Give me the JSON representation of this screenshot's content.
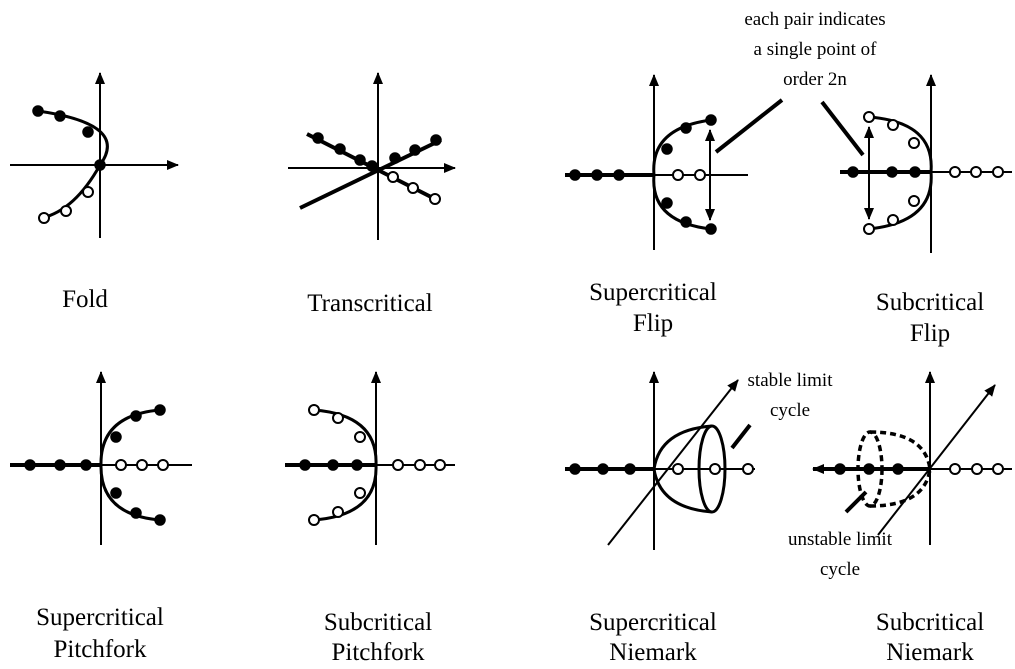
{
  "panels": {
    "fold": "Fold",
    "transcritical": "Transcritical",
    "supercritical_flip": [
      "Supercritical",
      "Flip"
    ],
    "subcritical_flip": [
      "Subcritical",
      "Flip"
    ],
    "supercritical_pitchfork": [
      "Supercritical",
      "Pitchfork"
    ],
    "subcritical_pitchfork": [
      "Subcritical",
      "Pitchfork"
    ],
    "supercritical_niemark": [
      "Supercritical",
      "Niemark"
    ],
    "subcritical_niemark": [
      "Subcritical",
      "Niemark"
    ]
  },
  "annotations": {
    "pair_note": [
      "each pair indicates",
      "a single point of",
      "order 2n"
    ],
    "stable_cycle": [
      "stable limit",
      "cycle"
    ],
    "unstable_cycle": [
      "unstable limit",
      "cycle"
    ]
  }
}
